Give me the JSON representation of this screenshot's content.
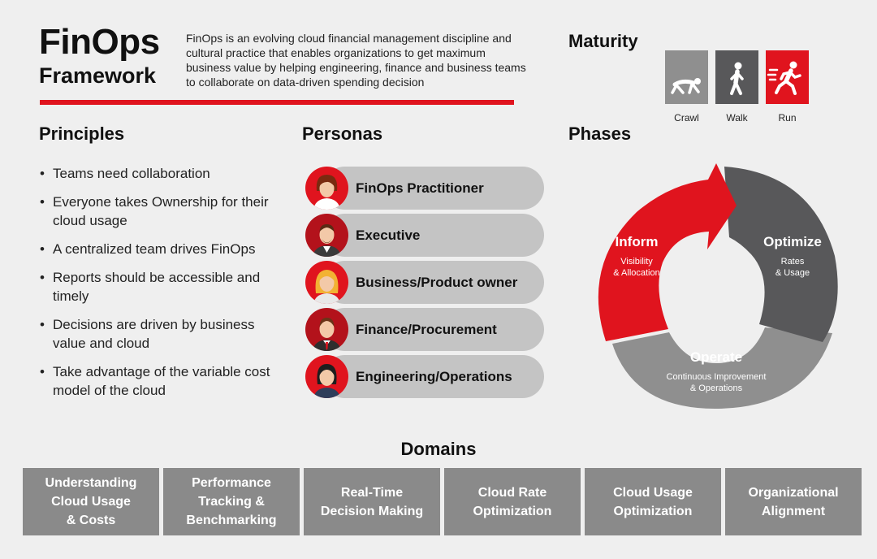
{
  "header": {
    "title_line1": "FinOps",
    "title_line2": "Framework",
    "intro": "FinOps is an evolving cloud financial management discipline and cultural practice that enables organizations to get maximum business value by helping engineering, finance and business teams to collaborate on data-driven spending decision"
  },
  "principles": {
    "heading": "Principles",
    "items": [
      "Teams need collaboration",
      "Everyone takes Ownership for their cloud usage",
      "A centralized team drives FinOps",
      "Reports should be accessible and timely",
      "Decisions are driven by business value and cloud",
      "Take advantage of the variable cost model of the cloud"
    ]
  },
  "personas": {
    "heading": "Personas",
    "items": [
      "FinOps Practitioner",
      "Executive",
      "Business/Product owner",
      "Finance/Procurement",
      "Engineering/Operations"
    ]
  },
  "maturity": {
    "heading": "Maturity",
    "levels": [
      {
        "label": "Crawl",
        "icon": "crawl-icon",
        "color": "#8f8f8f"
      },
      {
        "label": "Walk",
        "icon": "walk-icon",
        "color": "#58585a"
      },
      {
        "label": "Run",
        "icon": "run-icon",
        "color": "#e0141e"
      }
    ]
  },
  "phases": {
    "heading": "Phases",
    "inform": {
      "title": "Inform",
      "sub1": "Visibility",
      "sub2": "& Allocation",
      "color": "#e0141e"
    },
    "optimize": {
      "title": "Optimize",
      "sub1": "Rates",
      "sub2": "& Usage",
      "color": "#58585a"
    },
    "operate": {
      "title": "Operate",
      "sub1": "Continuous Improvement",
      "sub2": "& Operations",
      "color": "#8f8f8f"
    }
  },
  "domains": {
    "heading": "Domains",
    "items": [
      "Understanding\nCloud Usage\n& Costs",
      "Performance\nTracking &\nBenchmarking",
      "Real-Time\nDecision Making",
      "Cloud Rate\nOptimization",
      "Cloud Usage\nOptimization",
      "Organizational\nAlignment"
    ]
  }
}
